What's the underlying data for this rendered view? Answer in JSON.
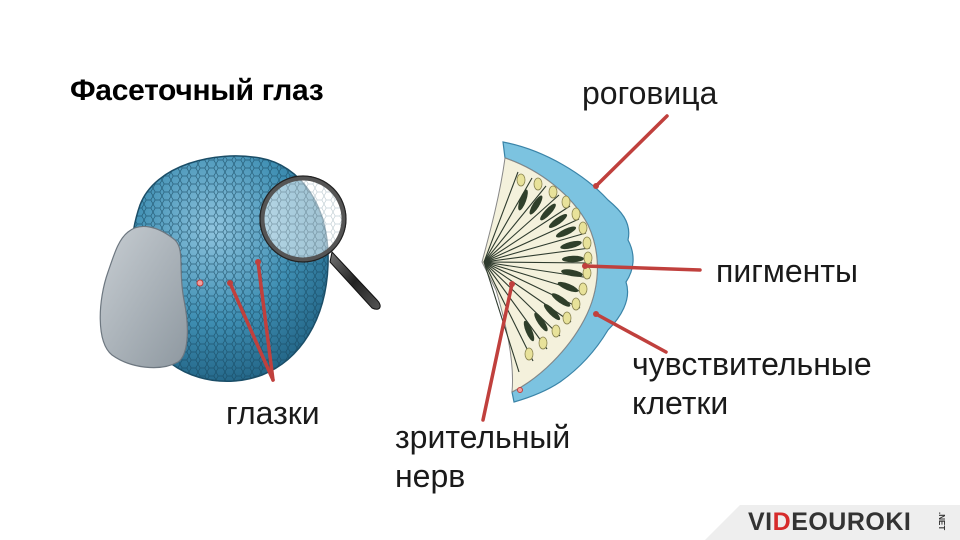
{
  "slide": {
    "title": "Фасеточный глаз"
  },
  "labels": {
    "cornea": "роговица",
    "pigments": "пигменты",
    "sensitive_line1": "чувствительные",
    "sensitive_line2": "клетки",
    "eyelets": "глазки",
    "nerve_line1": "зрительный",
    "nerve_line2": "нерв"
  },
  "watermark": {
    "part1": "VI",
    "part2": "D",
    "part3": "EOUROKI",
    "suffix": ".NET"
  },
  "colors": {
    "eye_blue": "#3f8fb3",
    "cornea_blue": "#7cc3e0",
    "pointer_red": "#c0403d",
    "brand_red": "#d62b2b"
  }
}
